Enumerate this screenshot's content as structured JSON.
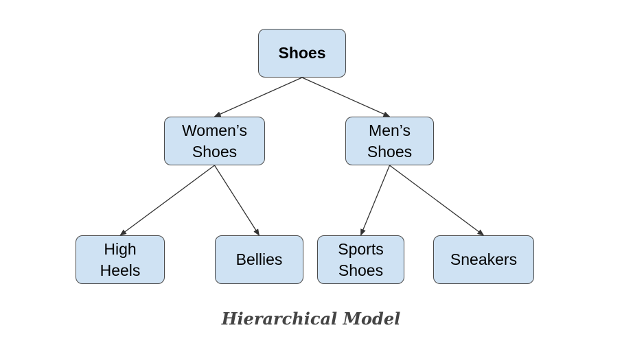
{
  "diagram": {
    "nodes": {
      "shoes": "Shoes",
      "womens_shoes": "Women’s\nShoes",
      "mens_shoes": "Men’s\nShoes",
      "high_heels": "High\nHeels",
      "bellies": "Bellies",
      "sports_shoes": "Sports\nShoes",
      "sneakers": "Sneakers"
    },
    "edges": [
      [
        "shoes",
        "womens_shoes"
      ],
      [
        "shoes",
        "mens_shoes"
      ],
      [
        "womens_shoes",
        "high_heels"
      ],
      [
        "womens_shoes",
        "bellies"
      ],
      [
        "mens_shoes",
        "sports_shoes"
      ],
      [
        "mens_shoes",
        "sneakers"
      ]
    ],
    "caption": "Hierarchical Model",
    "colors": {
      "node_fill": "#cfe2f3",
      "node_border": "#4a4a4a",
      "edge": "#333333",
      "caption": "#444444"
    }
  }
}
